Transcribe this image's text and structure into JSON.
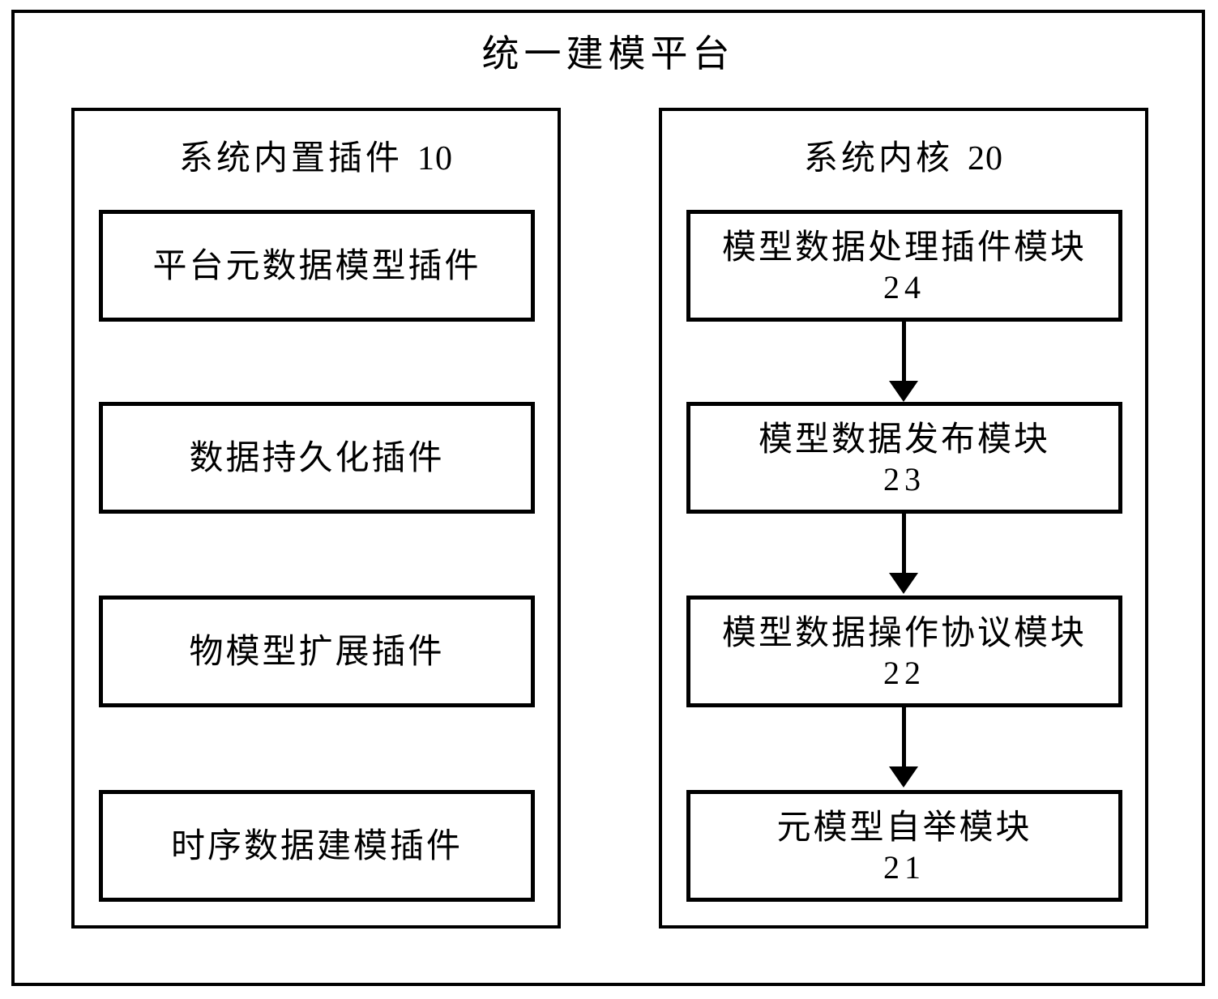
{
  "diagram": {
    "title": "统一建模平台",
    "left_section": {
      "label": "系统内置插件",
      "ref": "10",
      "boxes": [
        {
          "label": "平台元数据模型插件"
        },
        {
          "label": "数据持久化插件"
        },
        {
          "label": "物模型扩展插件"
        },
        {
          "label": "时序数据建模插件"
        }
      ]
    },
    "right_section": {
      "label": "系统内核",
      "ref": "20",
      "boxes": [
        {
          "label": "模型数据处理插件模块",
          "ref": "24"
        },
        {
          "label": "模型数据发布模块",
          "ref": "23"
        },
        {
          "label": "模型数据操作协议模块",
          "ref": "22"
        },
        {
          "label": "元模型自举模块",
          "ref": "21"
        }
      ]
    },
    "colors": {
      "line": "#000000",
      "background": "#ffffff"
    }
  }
}
